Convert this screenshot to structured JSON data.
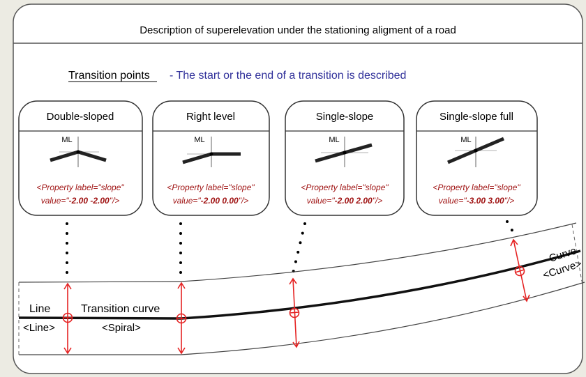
{
  "title": "Description of superelevation under the stationing aligment of a road",
  "legend": {
    "heading": "Transition points",
    "description": "- The start or the end of a transition is described"
  },
  "panels": [
    {
      "title": "Double-sloped",
      "ml": "ML",
      "line1": "<Property label=\"slope\"",
      "prefix": "value=\"",
      "value": "-2.00 -2.00",
      "suffix": "\"/>"
    },
    {
      "title": "Right level",
      "ml": "ML",
      "line1": "<Property label=\"slope\"",
      "prefix": "value=\"",
      "value": "-2.00 0.00",
      "suffix": "\"/>"
    },
    {
      "title": "Single-slope",
      "ml": "ML",
      "line1": "<Property label=\"slope\"",
      "prefix": "value=\"",
      "value": "-2.00 2.00",
      "suffix": "\"/>"
    },
    {
      "title": "Single-slope full",
      "ml": "ML",
      "line1": "<Property label=\"slope\"",
      "prefix": "value=\"",
      "value": "-3.00 3.00",
      "suffix": "\"/>"
    }
  ],
  "road": {
    "line_label": "Line",
    "line_tag": "<Line>",
    "spiral_label": "Transition curve",
    "spiral_tag": "<Spiral>",
    "curve_label": "Curve",
    "curve_tag": "<Curve>"
  },
  "colors": {
    "background": "#ecebe3",
    "panel": "#ffffff",
    "marker": "#e52222",
    "code_text": "#a01414",
    "legend_text": "#30309a"
  }
}
